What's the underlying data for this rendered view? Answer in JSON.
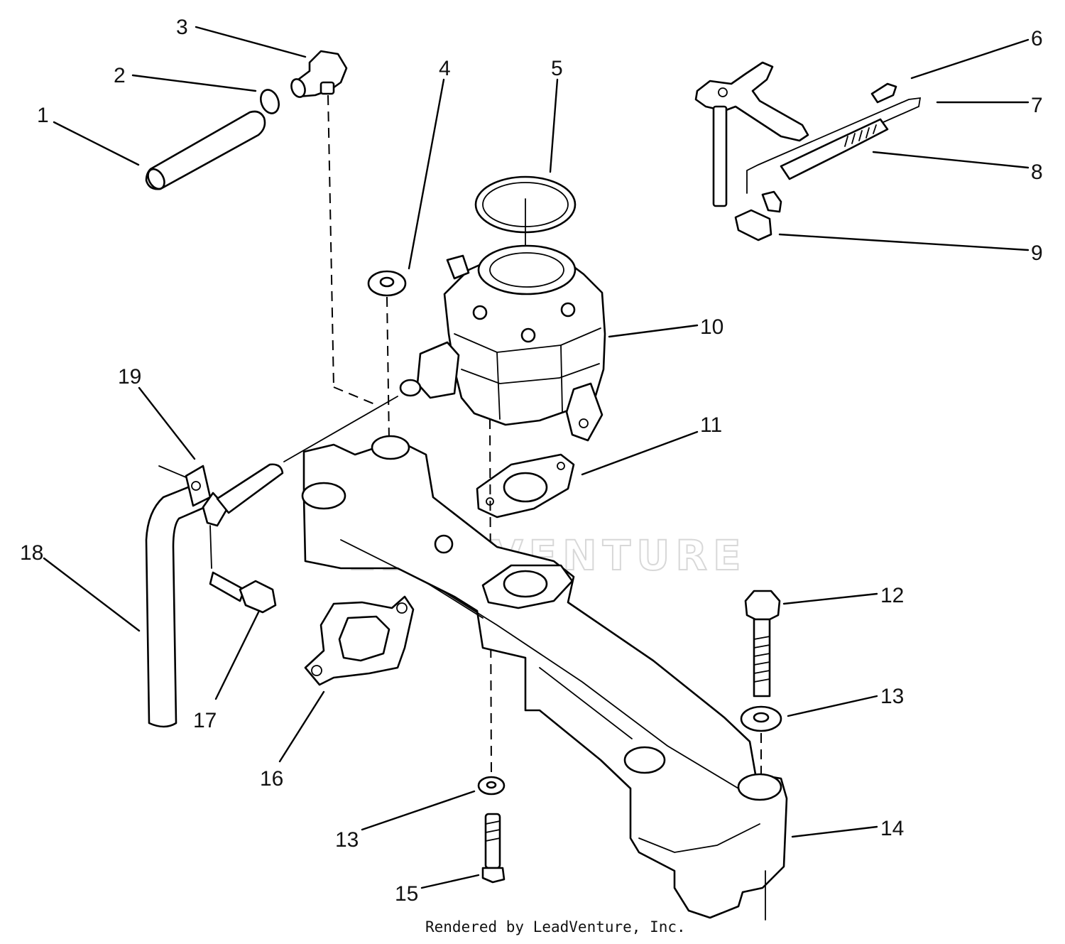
{
  "watermark": "LEADVENTURE",
  "credit": "Rendered by LeadVenture, Inc.",
  "callouts": [
    {
      "id": "1",
      "text": "1"
    },
    {
      "id": "2",
      "text": "2"
    },
    {
      "id": "3",
      "text": "3"
    },
    {
      "id": "4",
      "text": "4"
    },
    {
      "id": "5",
      "text": "5"
    },
    {
      "id": "6",
      "text": "6"
    },
    {
      "id": "7",
      "text": "7"
    },
    {
      "id": "8",
      "text": "8"
    },
    {
      "id": "9",
      "text": "9"
    },
    {
      "id": "10",
      "text": "10"
    },
    {
      "id": "11",
      "text": "11"
    },
    {
      "id": "12",
      "text": "12"
    },
    {
      "id": "13a",
      "text": "13"
    },
    {
      "id": "14",
      "text": "14"
    },
    {
      "id": "13b",
      "text": "13"
    },
    {
      "id": "15",
      "text": "15"
    },
    {
      "id": "16",
      "text": "16"
    },
    {
      "id": "17",
      "text": "17"
    },
    {
      "id": "18",
      "text": "18"
    },
    {
      "id": "19",
      "text": "19"
    }
  ]
}
